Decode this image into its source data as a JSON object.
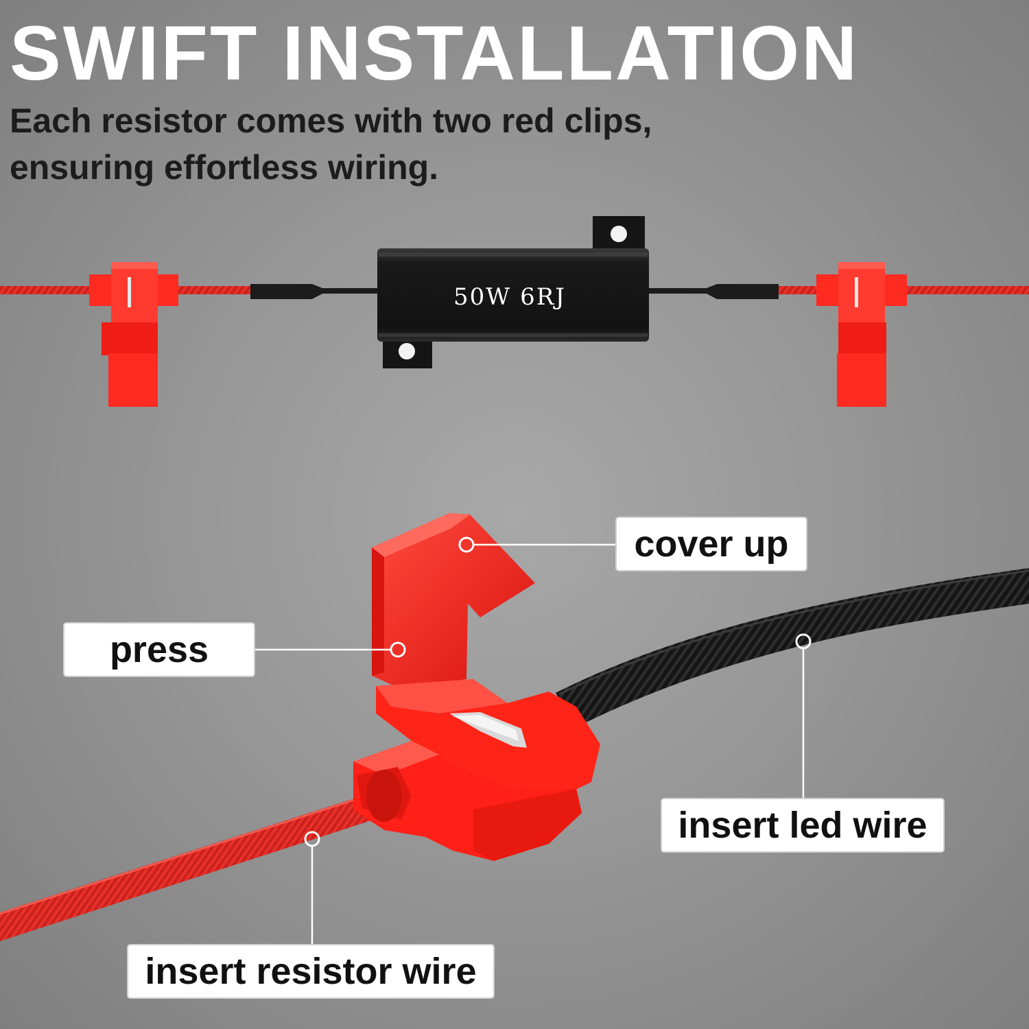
{
  "header": {
    "title": "SWIFT INSTALLATION",
    "subtitle_line1": "Each resistor comes with two red clips,",
    "subtitle_line2": "ensuring effortless wiring."
  },
  "resistor": {
    "marking": "50W 6RJ"
  },
  "callouts": {
    "cover_up": "cover up",
    "press": "press",
    "insert_led_wire": "insert led wire",
    "insert_resistor_wire": "insert resistor wire"
  },
  "colors": {
    "clip_red": "#ff1f1f",
    "wire_red": "#e8302a",
    "resistor_black": "#151515",
    "led_wire_black": "#101010",
    "label_bg": "#ffffff",
    "title_white": "#ffffff"
  }
}
